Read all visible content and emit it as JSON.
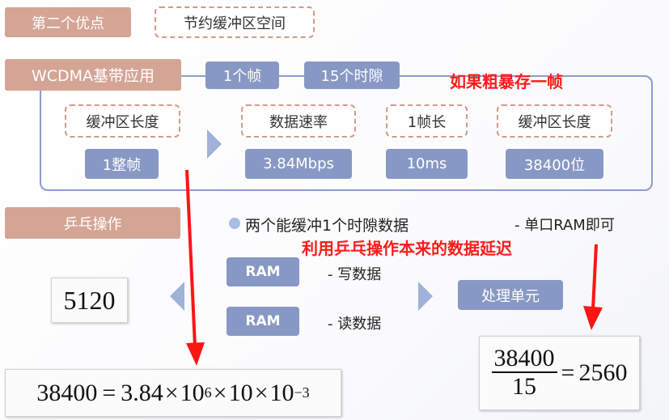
{
  "section1": {
    "label": "第二个优点",
    "point": "节约缓冲区空间"
  },
  "section2": {
    "label": "WCDMA基带应用",
    "tag1": "1个帧",
    "tag2": "15个时隙",
    "note": "如果粗暴存一帧",
    "columns": [
      {
        "header": "缓冲区长度",
        "value": "1整帧"
      },
      {
        "header": "数据速率",
        "value": "3.84Mbps"
      },
      {
        "header": "1帧长",
        "value": "10ms"
      },
      {
        "header": "缓冲区长度",
        "value": "38400位"
      }
    ]
  },
  "section3": {
    "label": "乒乓操作",
    "bullet": "两个能缓冲1个时隙数据",
    "bullet_suffix": "- 单口RAM即可",
    "note": "利用乒乓操作本来的数据延迟",
    "ram1": "RAM",
    "ram1_desc": "- 写数据",
    "ram2": "RAM",
    "ram2_desc": "- 读数据",
    "unit": "处理单元",
    "value_box": "5120"
  },
  "formula1": {
    "lhs": "38400",
    "eq": "=",
    "a": "3.84",
    "times1": "×",
    "base1": "10",
    "exp1": "6",
    "times2": "×",
    "b": "10",
    "times3": "×",
    "base2": "10",
    "exp2": "−3"
  },
  "formula2": {
    "numerator": "38400",
    "denominator": "15",
    "eq": "=",
    "result": "2560"
  }
}
